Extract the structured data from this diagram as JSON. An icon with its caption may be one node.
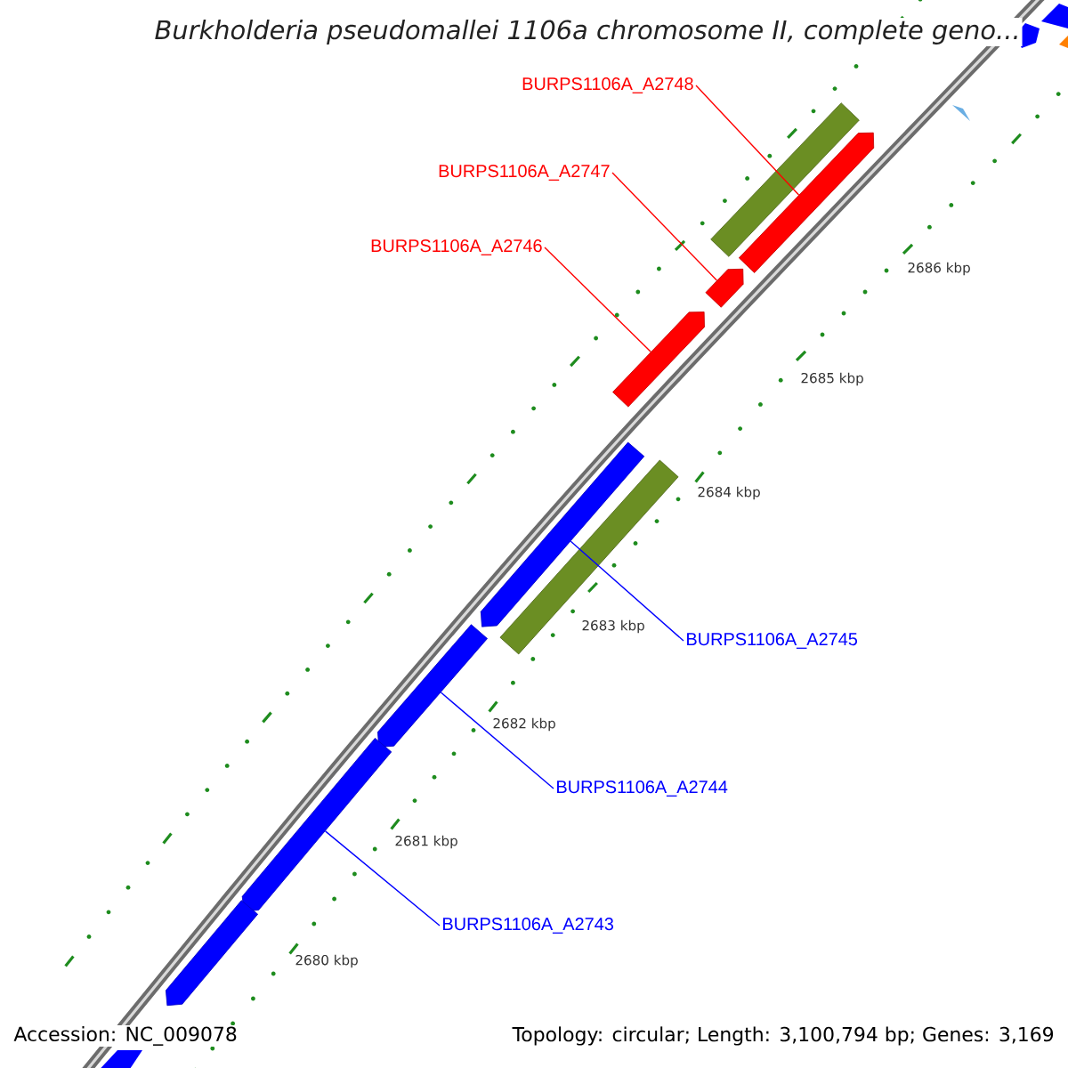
{
  "diagram": {
    "title": "Burkholderia pseudomallei 1106a chromosome II, complete geno...",
    "nodes": [
      {
        "text": [
          "BURPS1106A_A2748"
        ]
      },
      {
        "text": [
          "BURPS1106A_A2747"
        ]
      },
      {
        "text": [
          "BURPS1106A_A2746"
        ]
      },
      {
        "text": [],
        "shape": "bar"
      },
      {
        "text": [],
        "shape": "arrow"
      },
      {
        "text": [],
        "shape": "arrow"
      },
      {
        "text": [],
        "shape": "arrow"
      },
      {
        "text": [],
        "shape": "arrow"
      },
      {
        "text": [],
        "shape": "bar"
      },
      {
        "text": [
          "BURPS1106A_A2745"
        ]
      },
      {
        "text": [],
        "shape": "arrow"
      },
      {
        "text": [
          "BURPS1106A_A2744"
        ]
      },
      {
        "text": [],
        "shape": "arrow"
      },
      {
        "text": [
          "BURPS1106A_A2743"
        ]
      },
      {
        "text": [],
        "shape": "arrow"
      }
    ],
    "edges": [
      {
        "from": 0,
        "to": 4,
        "arrow": "none",
        "color": "#ff0000"
      },
      {
        "from": 1,
        "to": 5,
        "arrow": "none",
        "color": "#ff0000"
      },
      {
        "from": 2,
        "to": 6,
        "arrow": "none",
        "color": "#ff0000"
      },
      {
        "from": 9,
        "to": 7,
        "arrow": "none",
        "color": "#0000ff"
      },
      {
        "from": 11,
        "to": 10,
        "arrow": "none",
        "color": "#0000ff"
      },
      {
        "from": 13,
        "to": 12,
        "arrow": "none",
        "color": "#0000ff"
      }
    ],
    "labels": [
      "2686 kbp",
      "2685 kbp",
      "2684 kbp",
      "2683 kbp",
      "2682 kbp",
      "2681 kbp",
      "2680 kbp",
      "Accession: NC_009078",
      "Topology: circular; Length: 3,100,794 bp; Genes: 3,169"
    ]
  }
}
